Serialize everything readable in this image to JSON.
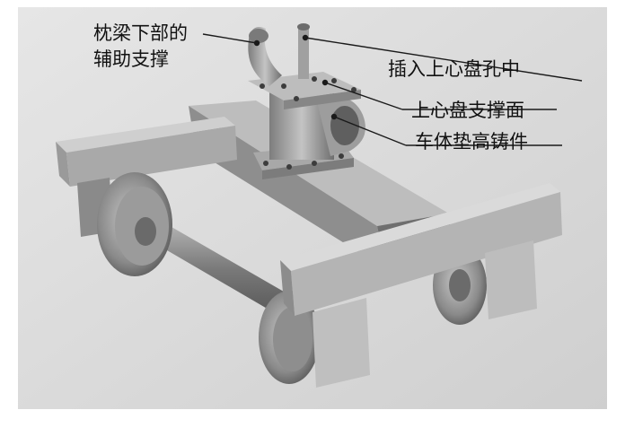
{
  "labels": {
    "aux_support_line1": "枕梁下部的",
    "aux_support_line2": "辅助支撑",
    "insert_center_plate_hole": "插入上心盘孔中",
    "upper_center_plate_support_surface": "上心盘支撑面",
    "body_raising_casting": "车体垫高铸件"
  },
  "colors": {
    "background": "#ffffff",
    "panel": "#dcdcdc",
    "leader": "#1a1a1a",
    "text": "#111111"
  }
}
